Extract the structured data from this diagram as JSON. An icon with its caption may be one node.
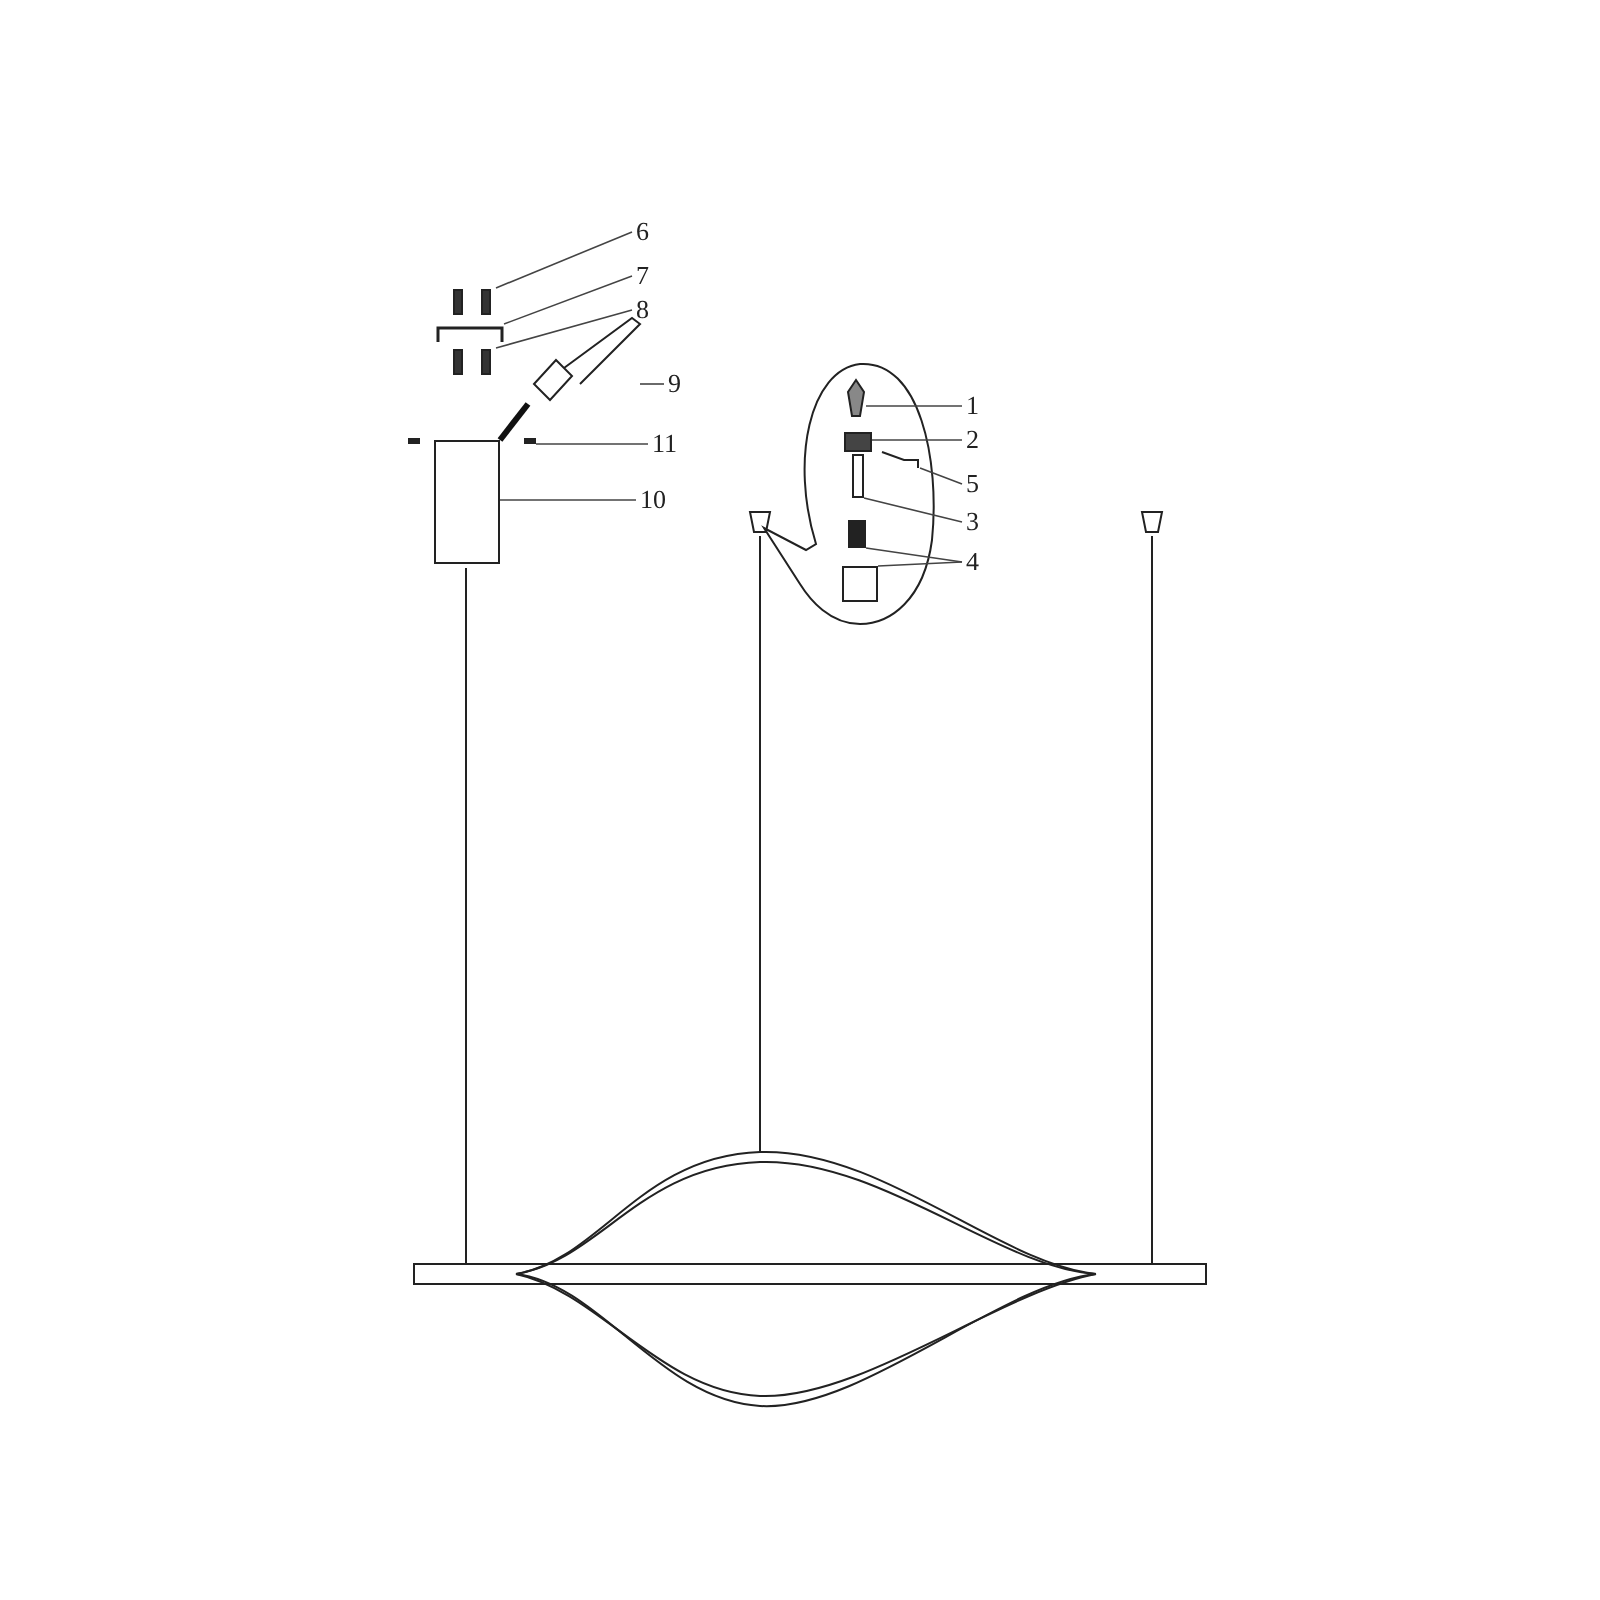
{
  "diagram": {
    "nodes": [
      {
        "text": [
          "6"
        ]
      },
      {
        "text": [],
        "shape": "picture"
      },
      {
        "text": [
          "7"
        ]
      },
      {
        "text": [],
        "shape": "picture"
      },
      {
        "text": [
          "8"
        ]
      },
      {
        "text": [],
        "shape": "picture"
      },
      {
        "text": [
          "9"
        ]
      },
      {
        "text": [],
        "shape": "picture"
      },
      {
        "text": [
          "11"
        ]
      },
      {
        "text": [],
        "shape": "picture"
      },
      {
        "text": [
          "10"
        ]
      },
      {
        "text": [],
        "shape": "box"
      },
      {
        "text": [
          "1"
        ]
      },
      {
        "text": [],
        "shape": "picture"
      },
      {
        "text": [
          "2"
        ]
      },
      {
        "text": [],
        "shape": "box"
      },
      {
        "text": [
          "5"
        ]
      },
      {
        "text": [],
        "shape": "picture"
      },
      {
        "text": [
          "3"
        ]
      },
      {
        "text": [],
        "shape": "box"
      },
      {
        "text": [
          "4"
        ]
      },
      {
        "text": [],
        "shape": "box"
      },
      {
        "text": [],
        "shape": "box"
      }
    ],
    "edges": [
      {
        "from": 0,
        "to": 1,
        "arrow": "none"
      },
      {
        "from": 2,
        "to": 3,
        "arrow": "none"
      },
      {
        "from": 4,
        "to": 5,
        "arrow": "none"
      },
      {
        "from": 6,
        "to": 7,
        "arrow": "none"
      },
      {
        "from": 8,
        "to": 9,
        "arrow": "none"
      },
      {
        "from": 10,
        "to": 11,
        "arrow": "none"
      },
      {
        "from": 7,
        "to": 11,
        "arrow": "none",
        "style": "thick"
      },
      {
        "from": 12,
        "to": 13,
        "arrow": "none"
      },
      {
        "from": 14,
        "to": 15,
        "arrow": "none"
      },
      {
        "from": 16,
        "to": 17,
        "arrow": "none"
      },
      {
        "from": 18,
        "to": 19,
        "arrow": "none"
      },
      {
        "from": 20,
        "to": 21,
        "arrow": "none"
      },
      {
        "from": 20,
        "to": 22,
        "arrow": "none"
      }
    ]
  }
}
